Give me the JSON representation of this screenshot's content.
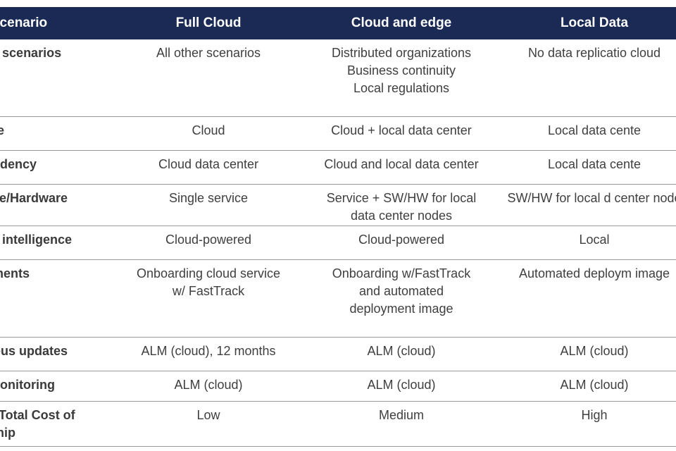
{
  "table": {
    "headers": [
      "d Scenario",
      "Full Cloud",
      "Cloud and edge",
      "Local Data"
    ],
    "rows": [
      {
        "label": "ase scenarios",
        "full_cloud": "All other scenarios",
        "cloud_edge": "Distributed organizations\nBusiness continuity\nLocal regulations",
        "local_data": "No data replicatio\ncloud"
      },
      {
        "label": "oute",
        "full_cloud": "Cloud",
        "cloud_edge": "Cloud + local data center",
        "local_data": "Local data cente"
      },
      {
        "label": "residency",
        "full_cloud": "Cloud data center",
        "cloud_edge": "Cloud and local data center",
        "local_data": "Local data cente"
      },
      {
        "label": "ware/Hardware",
        "full_cloud": "Single service",
        "cloud_edge": "Service + SW/HW for local\ndata center nodes",
        "local_data": "SW/HW for local d\ncenter node"
      },
      {
        "label": "cial intelligence",
        "full_cloud": "Cloud-powered",
        "cloud_edge": "Cloud-powered",
        "local_data": "Local"
      },
      {
        "label": "oyments",
        "full_cloud": "Onboarding cloud service\nw/ FastTrack",
        "cloud_edge": "Onboarding w/FastTrack\nand automated\ndeployment image",
        "local_data": "Automated deploym\nimage"
      },
      {
        "label": "nuous updates",
        "full_cloud": "ALM (cloud), 12 months",
        "cloud_edge": "ALM (cloud)",
        "local_data": "ALM (cloud)"
      },
      {
        "label": "h monitoring",
        "full_cloud": "ALM (cloud)",
        "cloud_edge": "ALM (cloud)",
        "local_data": "ALM (cloud)"
      },
      {
        "label": "ive Total Cost of\nership",
        "full_cloud": "Low",
        "cloud_edge": "Medium",
        "local_data": "High"
      }
    ]
  },
  "colors": {
    "header_background": "#1b2a55",
    "header_text": "#ffffff",
    "body_text": "#3f3f3f",
    "row_divider": "#9a9a9a"
  }
}
